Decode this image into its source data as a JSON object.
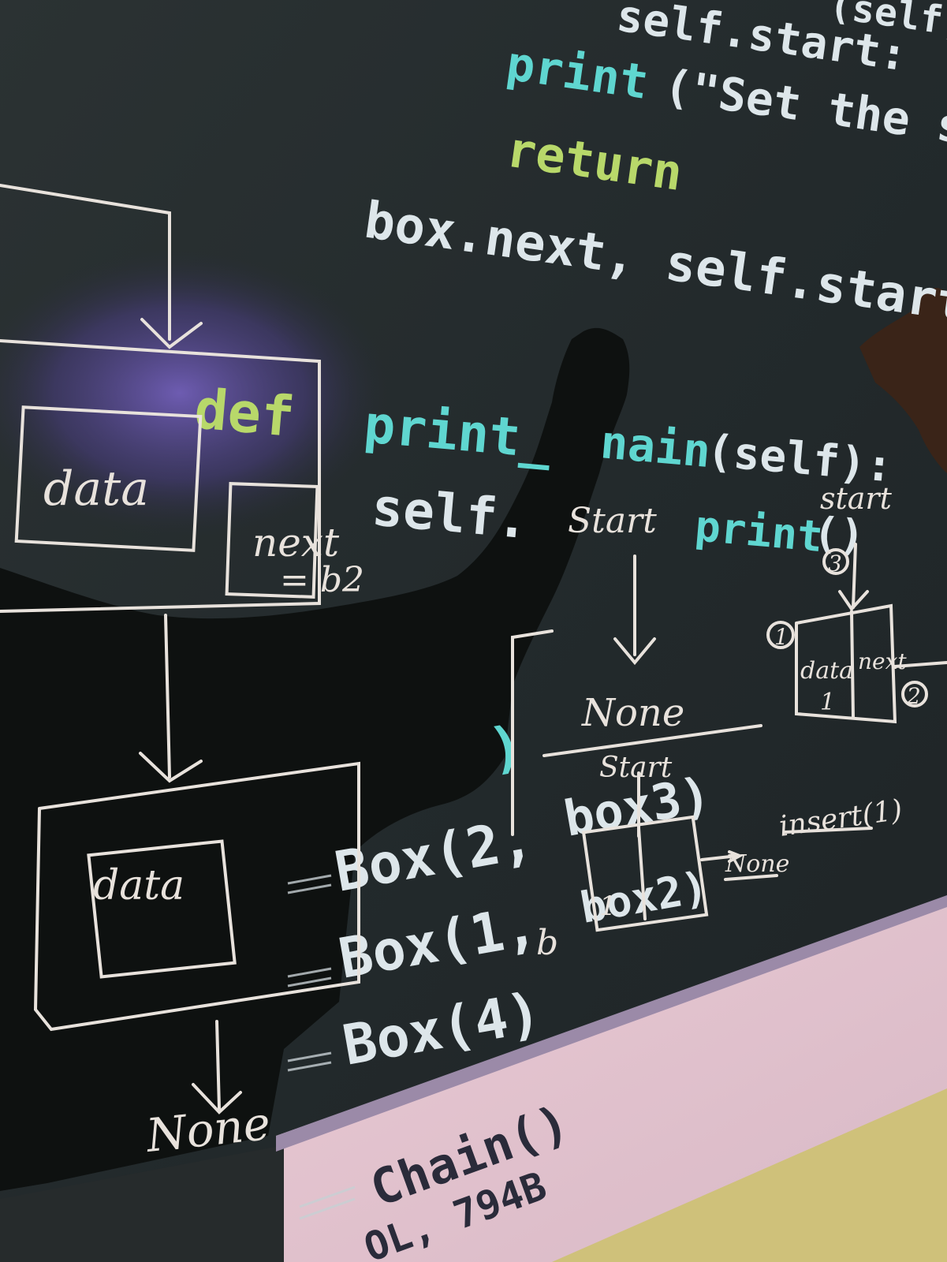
{
  "code_lines": {
    "l0": "self.start:",
    "l0b": "(self,",
    "l1a": "print",
    "l1b": "(\"Set the sta",
    "l2": "return",
    "l3": "box.next, self.start",
    "l4a": "def",
    "l4b": "print_",
    "l4c": "nain",
    "l4d": "(self):",
    "l5a": "self.",
    "l5b": "print",
    "l5c": "()",
    "l6a": "Box(2,",
    "l6b": "box3)",
    "l7a": "Box(1,",
    "l7b": "box2)",
    "l8": "Box(4)",
    "l9": "Chain()",
    "l10": "OL,  794B",
    "l11": ")"
  },
  "chalk_notes": {
    "data_top": "data",
    "next": "next",
    "b2": "= b2",
    "data_mid": "data",
    "none_bottom": "None",
    "start_over": "Start",
    "start_tail": "start",
    "none_mid": "None",
    "start_under": "Start",
    "circle_1": "1",
    "circle_2": "2",
    "circle_3": "3",
    "box_data": "data",
    "box_next": "next",
    "box_one": "1",
    "insert": "insert(1)",
    "arrow_none": "None",
    "b_letter": "b",
    "small_one": "1"
  },
  "colors": {
    "board": "#1d2224",
    "chalk": "#e8e2dc",
    "code_teal": "#5fd6d0",
    "code_green": "#b8d86a",
    "code_white": "#dde6ea",
    "projector_purple": "#6d5bb8",
    "wall_pink": "#e6c6d0",
    "wall_yellow": "#cfc17a"
  }
}
